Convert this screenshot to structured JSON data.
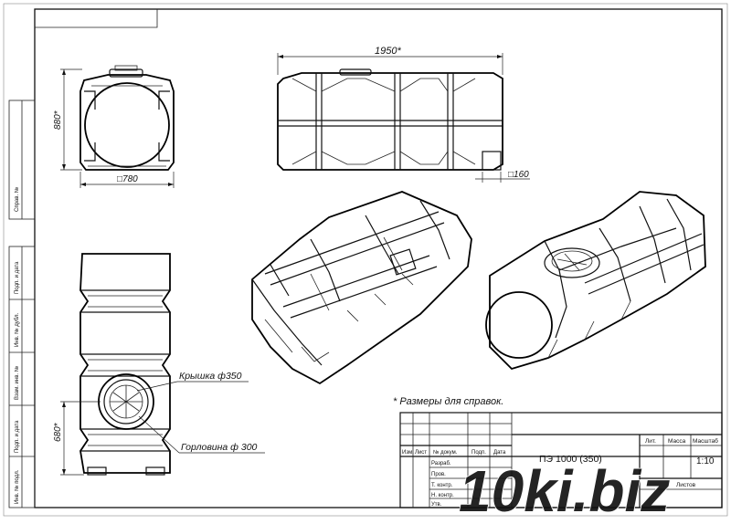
{
  "drawing": {
    "dimensions": {
      "front_height": "880*",
      "front_width": "□780",
      "side_length": "1950*",
      "side_leg": "□160",
      "bottom_height": "680*"
    },
    "callouts": {
      "lid": "Крышка ф350",
      "neck": "Горловина ф 300"
    },
    "note": "* Размеры для справок.",
    "side_labels": [
      "Справ. №",
      "Подп. и дата",
      "Инв. № дубл.",
      "Взам. инв. №",
      "Подп. и дата",
      "Инв. № подл."
    ]
  },
  "title_block": {
    "col_headers": [
      "Изм.",
      "Лист",
      "№ докум.",
      "Подп.",
      "Дата"
    ],
    "row_labels": [
      "Разраб.",
      "Пров.",
      "Т. контр.",
      "Н. контр.",
      "Утв."
    ],
    "name": "ПЭ 1000 (350)",
    "stage_headers": [
      "Лит.",
      "Масса",
      "Масштаб"
    ],
    "scale": "1:10",
    "sheets_label": "Листов"
  },
  "watermark": "10ki.biz",
  "colors": {
    "watermark": "#2a7bbf",
    "ink": "#111111"
  }
}
